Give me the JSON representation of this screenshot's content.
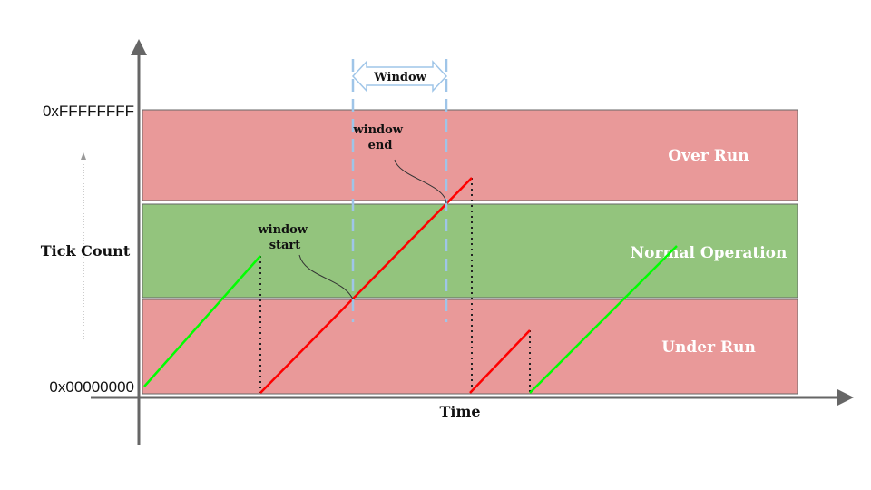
{
  "diagram": {
    "y_axis_label": "Tick Count",
    "x_axis_label": "Time",
    "y_max_label": "0xFFFFFFFF",
    "y_min_label": "0x00000000",
    "bands": {
      "over": "Over Run",
      "normal": "Normal Operation",
      "under": "Under Run"
    },
    "window_label": "Window",
    "window_start_label": [
      "window",
      "start"
    ],
    "window_end_label": [
      "window",
      "end"
    ],
    "colors": {
      "over_run_band": "#e99999",
      "normal_band": "#93c47d",
      "under_run_band": "#e99999",
      "in_window_ramp": "#00ff00",
      "out_of_window_ramp": "#ff0000",
      "window_marker": "#9fc5e8",
      "axis": "#666666"
    }
  }
}
